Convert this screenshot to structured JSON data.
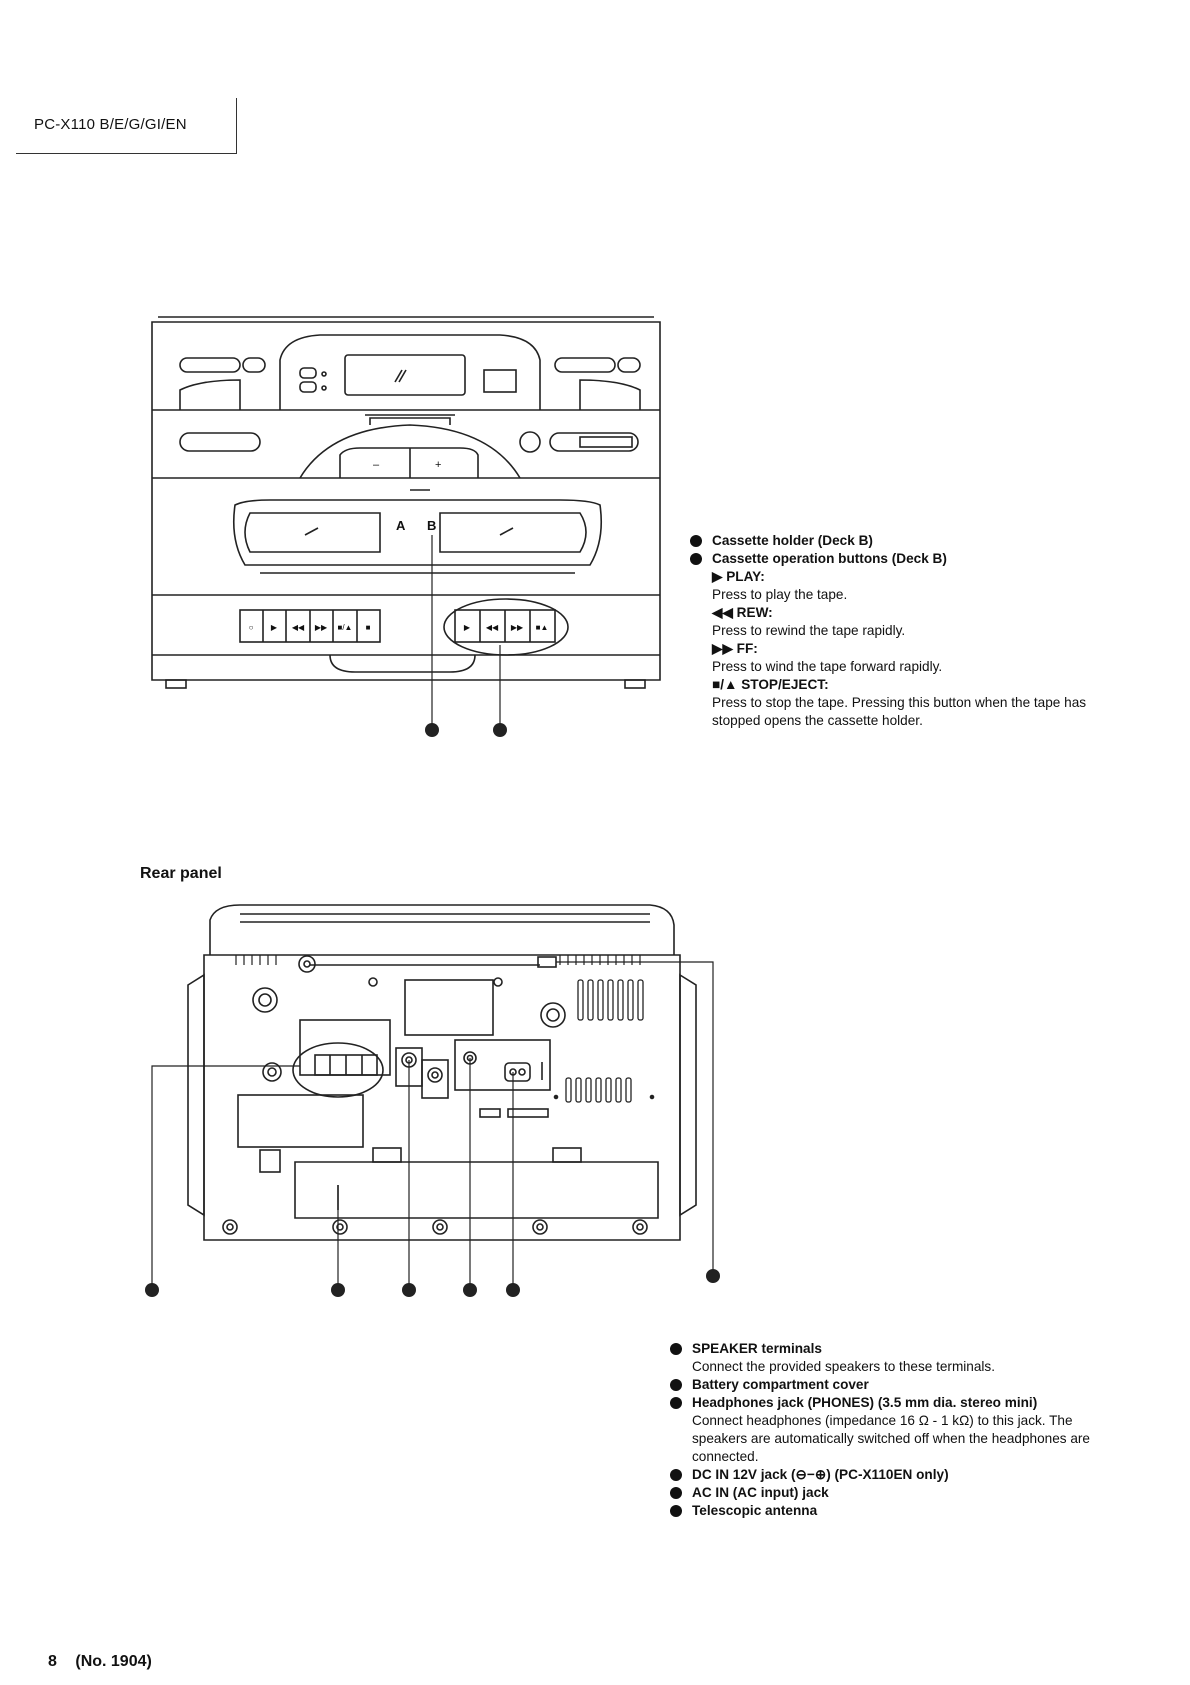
{
  "header": {
    "model": "PC-X110 B/E/G/GI/EN"
  },
  "front_diagram": {
    "deck_labels": [
      "A",
      "B"
    ],
    "eq_buttons": [
      "–",
      "+"
    ],
    "deck_a_buttons": [
      "○",
      "▶",
      "◀◀",
      "▶▶",
      "■/▲",
      "■"
    ],
    "deck_b_buttons": [
      "▶",
      "◀◀",
      "▶▶",
      "■▲"
    ]
  },
  "front_legend": {
    "items": [
      {
        "title": "Cassette holder (Deck B)"
      },
      {
        "title": "Cassette operation buttons (Deck B)",
        "subs": [
          {
            "label": "▶ PLAY:",
            "desc": "Press to play the tape."
          },
          {
            "label": "◀◀ REW:",
            "desc": "Press to rewind the tape rapidly."
          },
          {
            "label": "▶▶ FF:",
            "desc": "Press to wind the tape forward rapidly."
          },
          {
            "label": "■/▲ STOP/EJECT:",
            "desc": "Press to stop the tape. Pressing this button when the tape has stopped opens the cassette holder."
          }
        ]
      }
    ]
  },
  "rear_heading": "Rear panel",
  "rear_legend": {
    "items": [
      {
        "title": "SPEAKER terminals",
        "desc": "Connect the provided speakers to these terminals."
      },
      {
        "title": "Battery compartment cover"
      },
      {
        "title": "Headphones jack (PHONES) (3.5 mm dia. stereo mini)",
        "desc": "Connect headphones (impedance 16 Ω - 1 kΩ) to this jack. The speakers are automatically switched off when the headphones are connected."
      },
      {
        "title": "DC IN 12V jack (⊖−⊕) (PC-X110EN only)"
      },
      {
        "title": "AC IN (AC input) jack"
      },
      {
        "title": "Telescopic antenna"
      }
    ]
  },
  "footer": {
    "page": "8",
    "doc_no": "(No. 1904)"
  }
}
